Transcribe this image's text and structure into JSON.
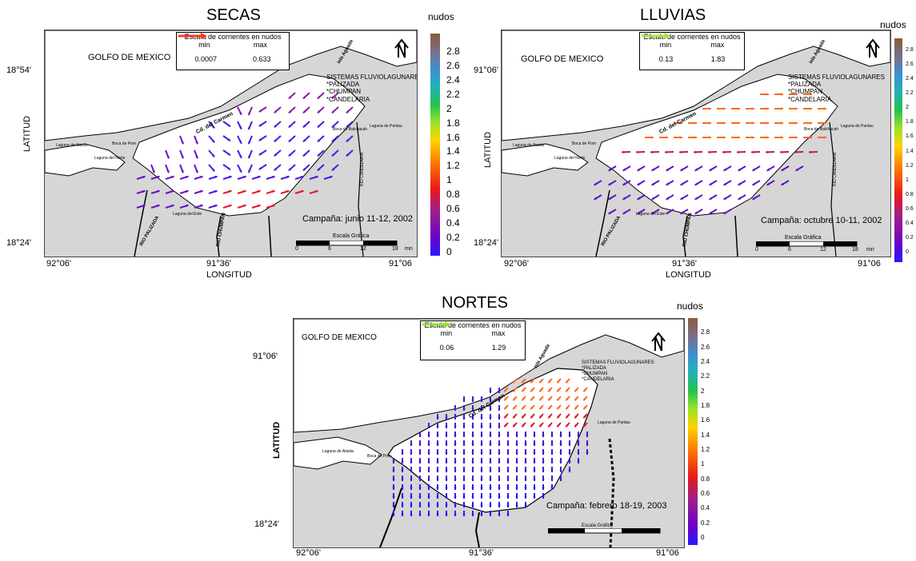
{
  "panels": [
    {
      "title": "SECAS",
      "legend_title": "Escala de corrientes en nudos",
      "legend_min_label": "min",
      "legend_max_label": "max",
      "legend_min_value": "0.0007",
      "legend_max_value": "0.633",
      "gulf_label": "GOLFO DE MEXICO",
      "systems_label": [
        "SISTEMAS FLUVIOLAGUNARES",
        "*PALIZADA",
        "*CHUMPAN",
        "*CANDELARIA"
      ],
      "campaign": "Campaña:  junio 11-12, 2002",
      "scale_title": "Escala Gráfica",
      "scale_ticks": [
        "0",
        "6",
        "12",
        "18"
      ],
      "scale_unit": "mn",
      "colorbar_unit": "nudos",
      "colorbar_ticks": [
        "2.8",
        "2.6",
        "2.4",
        "2.2",
        "2",
        "1.8",
        "1.6",
        "1.4",
        "1.2",
        "1",
        "0.8",
        "0.6",
        "0.4",
        "0.2",
        "0"
      ],
      "lat_ticks": [
        "18°54'",
        "18°24'"
      ],
      "lon_ticks": [
        "92°06'",
        "91°36'",
        "91°06"
      ],
      "lat_axis": "LATITUD",
      "lon_axis": "LONGITUD"
    },
    {
      "title": "LLUVIAS",
      "legend_title": "Escala de corrientes en nudos",
      "legend_min_label": "min",
      "legend_max_label": "max",
      "legend_min_value": "0.13",
      "legend_max_value": "1.83",
      "gulf_label": "GOLFO DE MEXICO",
      "systems_label": [
        "SISTEMAS FLUVIOLAGUNARES",
        "*PALIZADA",
        "*CHUMPAN",
        "*CANDELARIA"
      ],
      "campaign": "Campaña: octubre 10-11, 2002",
      "scale_title": "Escala Gráfica",
      "scale_ticks": [
        "0",
        "6",
        "12",
        "18"
      ],
      "scale_unit": "mn",
      "colorbar_unit": "nudos",
      "colorbar_ticks": [
        "2.8",
        "2.6",
        "2.4",
        "2.2",
        "2",
        "1.8",
        "1.6",
        "1.4",
        "1.2",
        "1",
        "0.8",
        "0.6",
        "0.4",
        "0.2",
        "0"
      ],
      "lat_ticks": [
        "91°06'",
        "18°24'"
      ],
      "lon_ticks": [
        "92°06'",
        "91°36'",
        "91°06"
      ],
      "lat_axis": "LATITUD",
      "lon_axis": "LONGITUD"
    },
    {
      "title": "NORTES",
      "legend_title": "Escala de corrientes en nudos",
      "legend_min_label": "min",
      "legend_max_label": "max",
      "legend_min_value": "0.06",
      "legend_max_value": "1.29",
      "gulf_label": "GOLFO DE MEXICO",
      "systems_label": [
        "SISTEMAS FLUVIOLAGUNARES",
        "*PALIZADA",
        "*CHUMPAN",
        "*CANDELARIA"
      ],
      "campaign": "Campaña: febrero 18-19, 2003",
      "scale_title": "Escala Gráfica",
      "colorbar_unit": "nudos",
      "colorbar_ticks": [
        "2.8",
        "2.6",
        "2.4",
        "2.2",
        "2",
        "1.8",
        "1.6",
        "1.4",
        "1.2",
        "1",
        "0.8",
        "0.6",
        "0.4",
        "0.2",
        "0"
      ],
      "lat_ticks": [
        "91°06'",
        "18°24'"
      ],
      "lon_ticks": [
        "92°06'",
        "91°36'",
        "91°06"
      ],
      "lat_axis": "LATITUD"
    }
  ],
  "place_labels": {
    "laguna_atasta": "Laguna de Atasta",
    "laguna_norte": "Laguna del Norte",
    "boca_pom": "Boca de Pom",
    "laguna_este": "Laguna del Este",
    "rio_palizada": "RIO PALIZADA",
    "rio_chumpan": "RIO CHUMPAN",
    "rio_candelaria": "RIO CANDELARIA",
    "cd_carmen": "Cd. del Carmen",
    "isla_aguada": "Isla Aguada",
    "boca_balchacah": "Boca de Balchacah",
    "laguna_panlau": "Laguna de Panlau"
  },
  "colors": {
    "land": "#d6d6d6",
    "water": "#ffffff",
    "colorbar_stops": [
      "#2a1aff",
      "#6a00c8",
      "#9e1f8a",
      "#e8191a",
      "#ff7a00",
      "#ffd200",
      "#9be22a",
      "#22c24a",
      "#1fb2b8",
      "#3f8fd0",
      "#7a6f8a",
      "#8a5a3a"
    ]
  }
}
